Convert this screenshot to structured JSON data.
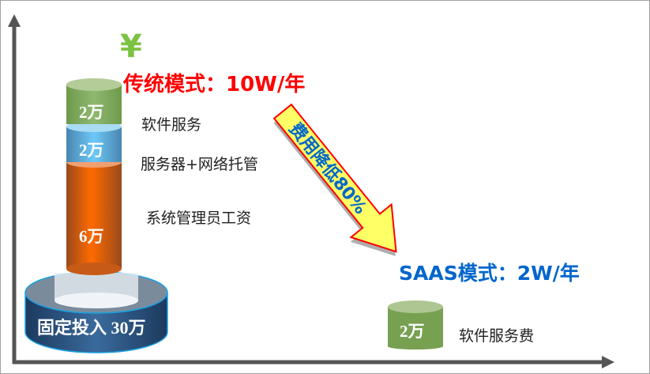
{
  "currency_symbol": "¥",
  "traditional": {
    "title": "传统模式：10W/年",
    "segments": [
      {
        "value": "2万",
        "label": "软件服务"
      },
      {
        "value": "2万",
        "label": "服务器+网络托管"
      },
      {
        "value": "6万",
        "label": "系统管理员工资"
      }
    ],
    "base": "固定投入 30万"
  },
  "arrow_text": "费用降低80%",
  "saas": {
    "title": "SAAS模式：2W/年",
    "segment": {
      "value": "2万",
      "label": "软件服务费"
    }
  },
  "colors": {
    "red": "#ff0000",
    "blue": "#0066cc",
    "green": "#77a050",
    "orange": "#ff6a00",
    "arrow_fill": "#ffff66"
  }
}
